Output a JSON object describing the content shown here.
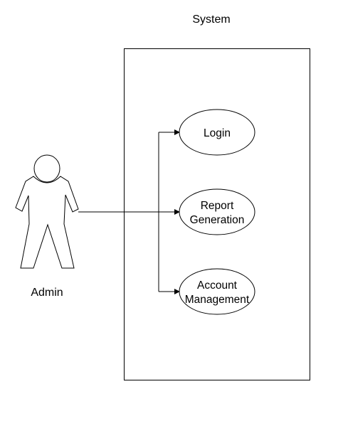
{
  "system": {
    "title": "System"
  },
  "actor": {
    "name": "Admin"
  },
  "use_cases": [
    {
      "lines": [
        "Login"
      ]
    },
    {
      "lines": [
        "Report",
        "Generation"
      ]
    },
    {
      "lines": [
        "Account",
        "Management"
      ]
    }
  ]
}
